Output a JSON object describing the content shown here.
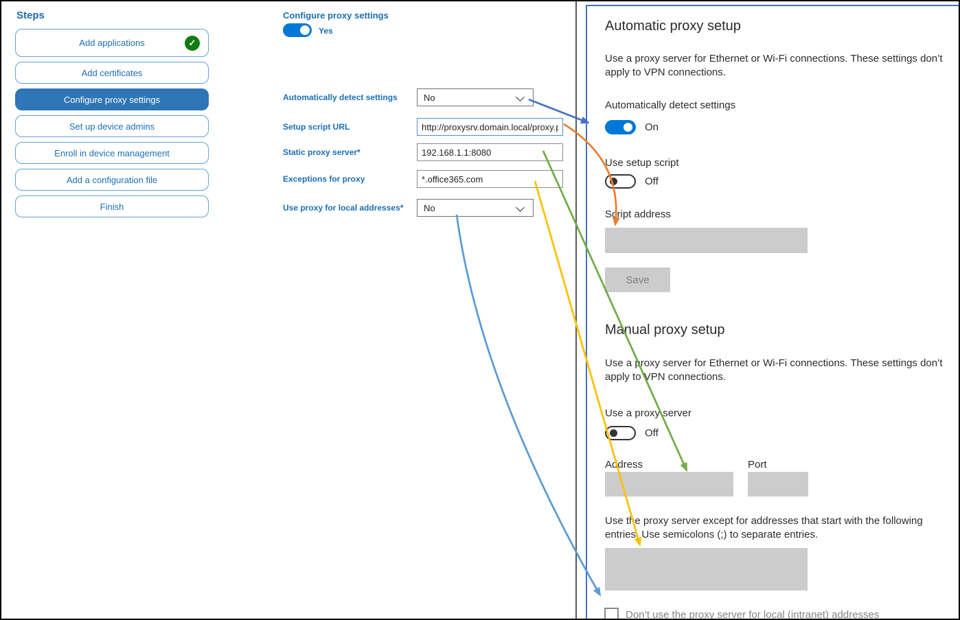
{
  "steps": {
    "title": "Steps",
    "items": [
      {
        "label": "Add applications",
        "status": "completed"
      },
      {
        "label": "Add certificates",
        "status": "normal"
      },
      {
        "label": "Configure proxy settings",
        "status": "selected"
      },
      {
        "label": "Set up device admins",
        "status": "normal"
      },
      {
        "label": "Enroll in device management",
        "status": "normal"
      },
      {
        "label": "Add a configuration file",
        "status": "normal"
      },
      {
        "label": "Finish",
        "status": "normal"
      }
    ]
  },
  "form": {
    "title": "Configure proxy settings",
    "enabled_toggle": {
      "state": "on",
      "label": "Yes"
    },
    "fields": [
      {
        "label": "Automatically detect settings",
        "type": "dropdown",
        "value": "No"
      },
      {
        "label": "Setup script URL",
        "type": "text",
        "value": "http://proxysrv.domain.local/proxy.pa"
      },
      {
        "label": "Static proxy server*",
        "type": "text",
        "value": "192.168.1.1:8080"
      },
      {
        "label": "Exceptions for proxy",
        "type": "text",
        "value": "*.office365.com"
      },
      {
        "label": "Use proxy for local addresses*",
        "type": "dropdown",
        "value": "No"
      }
    ]
  },
  "settings_panel": {
    "automatic": {
      "heading": "Automatic proxy setup",
      "description": "Use a proxy server for Ethernet or Wi-Fi connections. These settings don’t apply to VPN connections.",
      "detect_label": "Automatically detect settings",
      "detect_state": "On",
      "script_toggle_label": "Use setup script",
      "script_toggle_state": "Off",
      "script_address_label": "Script address",
      "script_address_value": "",
      "save_button": "Save"
    },
    "manual": {
      "heading": "Manual proxy setup",
      "description": "Use a proxy server for Ethernet or Wi-Fi connections. These settings don’t apply to VPN connections.",
      "proxy_toggle_label": "Use a proxy server",
      "proxy_toggle_state": "Off",
      "address_label": "Address",
      "address_value": "",
      "port_label": "Port",
      "port_value": "",
      "exceptions_description": "Use the proxy server except for addresses that start with the following entries. Use semicolons (;) to separate entries.",
      "exceptions_value": "",
      "local_checkbox_label": "Don’t use the proxy server for local (intranet) addresses",
      "local_checkbox_checked": false
    }
  },
  "arrows": [
    {
      "name": "detect-settings-mapping-arrow",
      "color": "#4472c4"
    },
    {
      "name": "setup-script-mapping-arrow",
      "color": "#ed7d31"
    },
    {
      "name": "static-proxy-mapping-arrow",
      "color": "#70ad47"
    },
    {
      "name": "exceptions-mapping-arrow",
      "color": "#ffc000"
    },
    {
      "name": "local-addresses-mapping-arrow",
      "color": "#5b9bd5"
    }
  ],
  "colors": {
    "accent_toggle": "#0078d7",
    "selected_step_fill": "#2e76b5",
    "step_border": "#5ea2dc",
    "label_blue": "#1b6fb5",
    "completed_check_green": "#107c10",
    "panel_frame_blue": "#4472c4",
    "divider_gray": "#595959",
    "disabled_fill_gray": "#cccccc",
    "disabled_text_gray": "#8a8a8a"
  }
}
